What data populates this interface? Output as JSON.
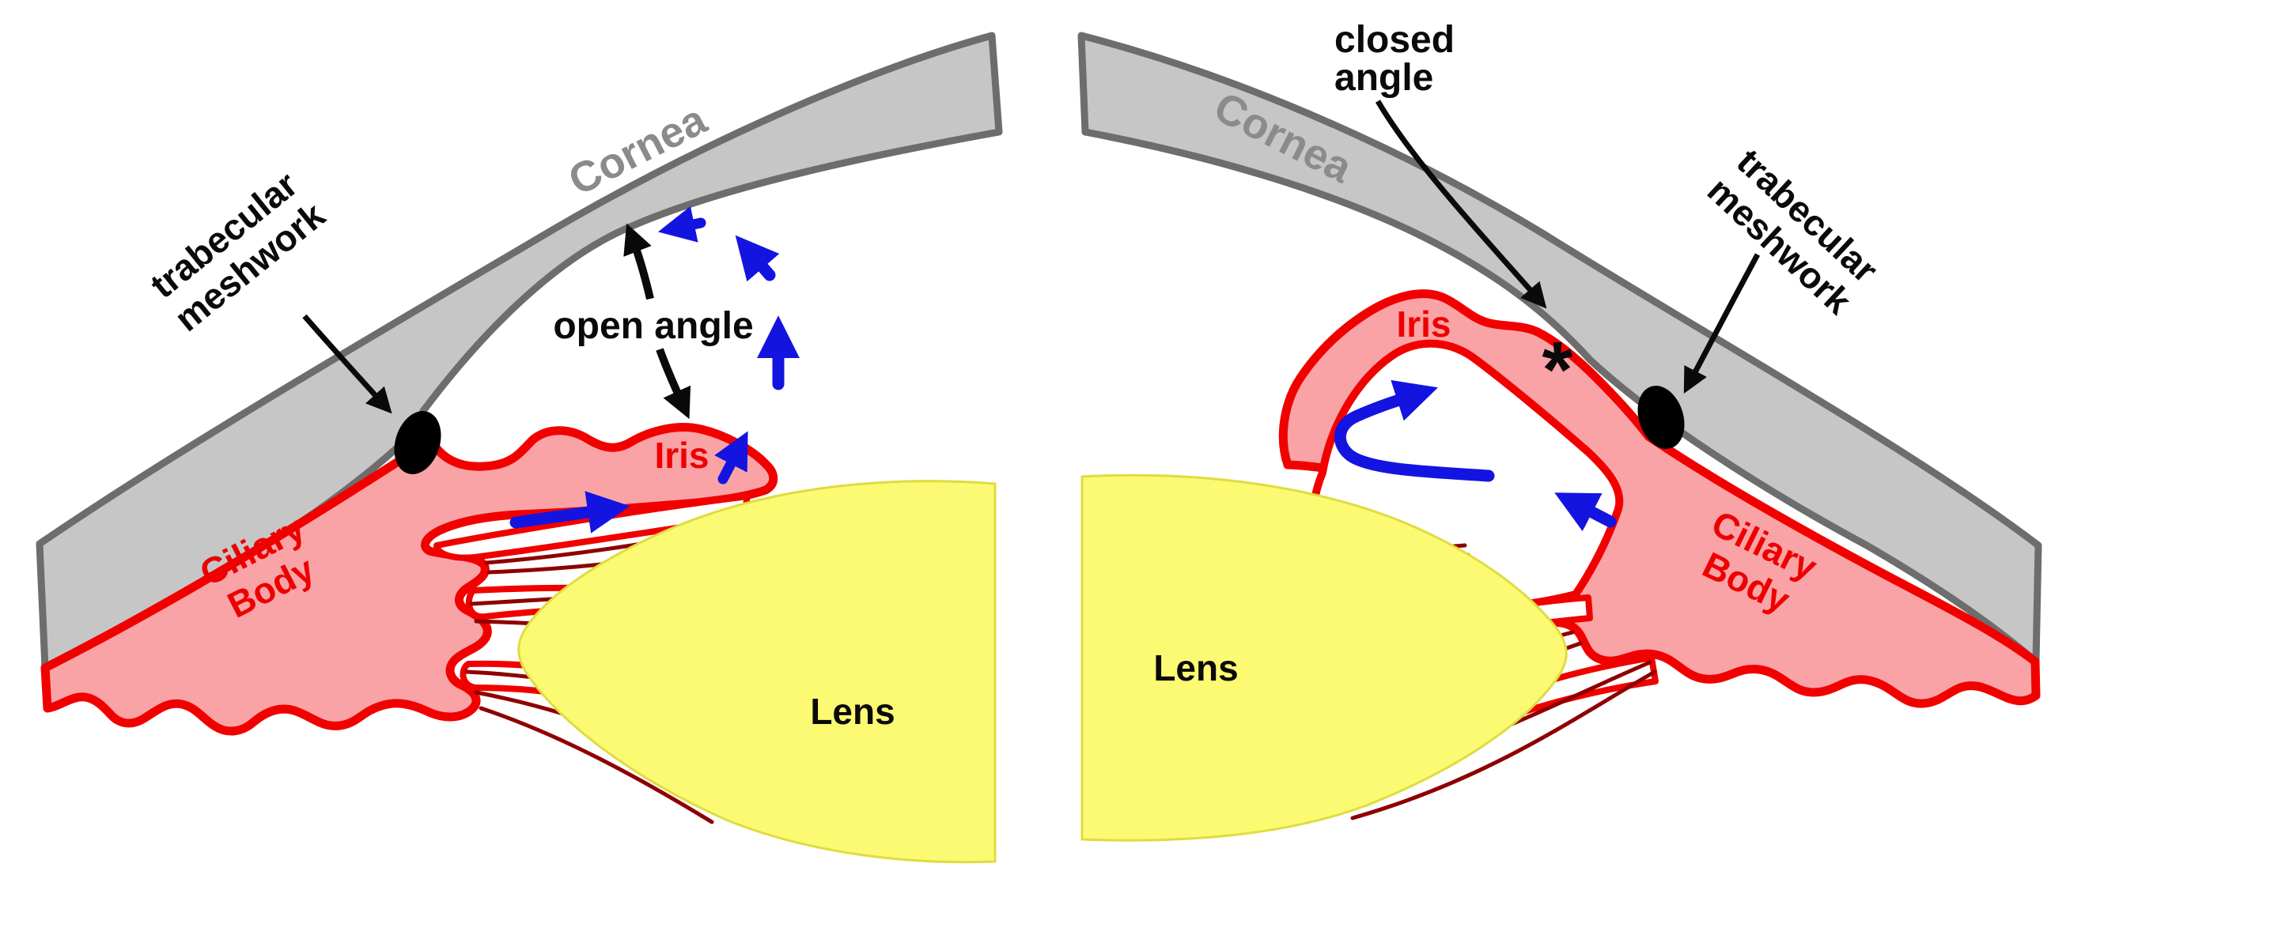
{
  "figure": {
    "title": "Anterior chamber angle of the eye: open angle vs closed angle",
    "colors": {
      "cornea_fill": "#c6c6c6",
      "cornea_outline": "#6d6d6d",
      "iris_fill": "#f9a3a7",
      "iris_outline": "#f10000",
      "lens_fill": "#fcfa72",
      "zonule_fiber": "#8e0000",
      "aqueous_flow_arrow": "#1414e1",
      "black_label": "#0a0a0a",
      "cornea_label": "#8b8b8b",
      "red_label": "#ee0000",
      "trabecular_dot": "#000000"
    },
    "left": {
      "trabecular_line1": "trabecular",
      "trabecular_line2": "meshwork",
      "cornea": "Cornea",
      "angle": "open angle",
      "iris": "Iris",
      "ciliary_line1": "Ciliary",
      "ciliary_line2": "Body",
      "lens": "Lens"
    },
    "right": {
      "angle_line1": "closed",
      "angle_line2": "angle",
      "cornea": "Cornea",
      "iris": "Iris",
      "trabecular_line1": "trabecular",
      "trabecular_line2": "meshwork",
      "ciliary_line1": "Ciliary",
      "ciliary_line2": "Body",
      "lens": "Lens",
      "contact_marker": "*"
    }
  }
}
